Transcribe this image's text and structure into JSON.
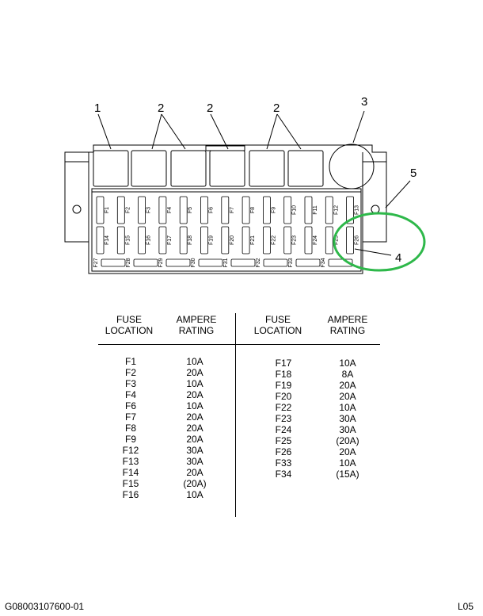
{
  "callouts": [
    "1",
    "2",
    "2",
    "2",
    "3",
    "5",
    "4"
  ],
  "row1_fuses": [
    "F1",
    "F2",
    "F3",
    "F4",
    "F5",
    "F6",
    "F7",
    "F8",
    "F9",
    "F10",
    "F11",
    "F12",
    "F13"
  ],
  "row2_fuses": [
    "F14",
    "F15",
    "F16",
    "F17",
    "F18",
    "F19",
    "F20",
    "F21",
    "F22",
    "F23",
    "F24",
    "F25",
    "F26"
  ],
  "row3_fuses": [
    "F27",
    "F28",
    "F29",
    "F30",
    "F31",
    "F32",
    "F33",
    "F34"
  ],
  "table": {
    "left_header_location": "FUSE\nLOCATION",
    "left_header_rating": "AMPERE\nRATING",
    "right_header_location": "FUSE\nLOCATION",
    "right_header_rating": "AMPERE\nRATING",
    "left_locations": "F1\nF2\nF3\nF4\nF6\nF7\nF8\nF9\nF12\nF13\nF14\nF15\nF16",
    "left_ratings": "10A\n20A\n10A\n20A\n10A\n20A\n20A\n20A\n30A\n30A\n20A\n(20A)\n10A",
    "right_locations": "F17\nF18\nF19\nF20\nF22\nF23\nF24\nF25\nF26\nF33\nF34",
    "right_ratings": "10A\n8A\n20A\n20A\n10A\n30A\n30A\n(20A)\n20A\n10A\n(15A)"
  },
  "footer": {
    "left": "G08003107600-01",
    "right": "L05"
  },
  "colors": {
    "highlight": "#2eb84a"
  }
}
